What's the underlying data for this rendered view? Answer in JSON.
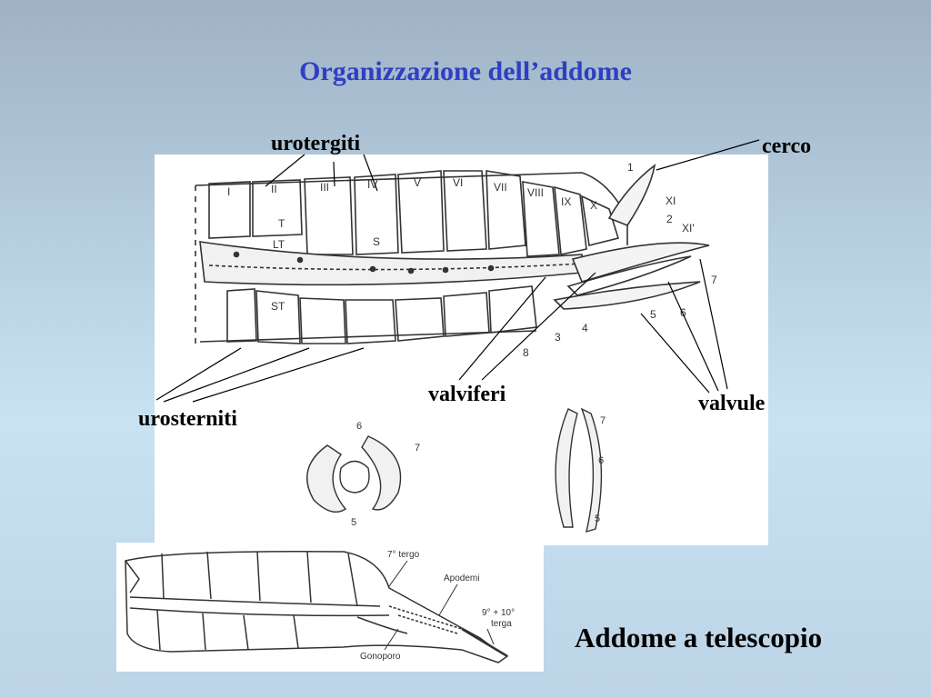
{
  "slide": {
    "title": "Organizzazione dell’addome",
    "labels": {
      "urotergiti": "urotergiti",
      "cerco": "cerco",
      "urosterniti": "urosterniti",
      "valviferi": "valviferi",
      "valvule": "valvule"
    },
    "main_diagram": {
      "tergite_numerals": [
        "I",
        "II",
        "III",
        "IV",
        "V",
        "VI",
        "VII",
        "VIII",
        "IX",
        "X"
      ],
      "region_letters": {
        "t": "T",
        "lt": "LT",
        "s": "S",
        "st": "ST"
      },
      "appendage_labels": [
        "1",
        "XI",
        "2",
        "XI'",
        "7",
        "6",
        "5",
        "4",
        "3",
        "8"
      ]
    },
    "section_left": {
      "labels": [
        "6",
        "7",
        "5"
      ]
    },
    "section_right": {
      "labels": [
        "7",
        "6",
        "5"
      ]
    },
    "telescope_diagram": {
      "labels": {
        "tergo7": "7° tergo",
        "apodemi": "Apodemi",
        "terga_line1": "9° + 10°",
        "terga_line2": "terga",
        "gonoporo": "Gonoporo"
      }
    },
    "caption": "Addome a telescopio",
    "colors": {
      "title": "#2f3fc4",
      "background": "#b6cfe1",
      "panel": "#ffffff"
    }
  }
}
